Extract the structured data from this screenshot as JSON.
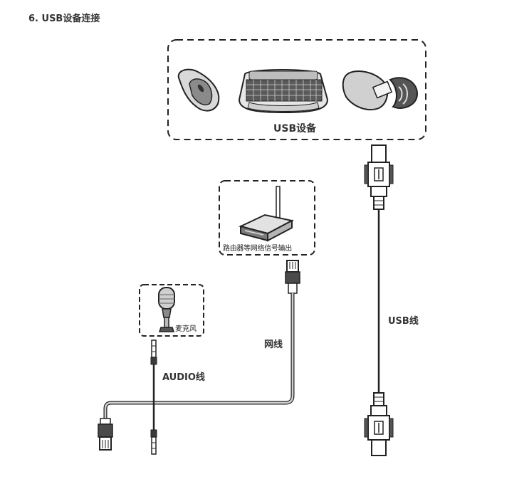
{
  "section_title": "6. USB设备连接",
  "labels": {
    "usb_devices": "USB设备",
    "router": "路由器等网络信号输出",
    "microphone": "麦克风",
    "network_cable": "网线",
    "usb_cable": "USB线",
    "audio_cable": "AUDIO线"
  },
  "icons": [
    "mouse-icon",
    "keyboard-icon",
    "usb-drive-icon",
    "router-icon",
    "microphone-icon",
    "rj45-plug-icon",
    "audio-jack-icon",
    "usb-plug-icon"
  ]
}
